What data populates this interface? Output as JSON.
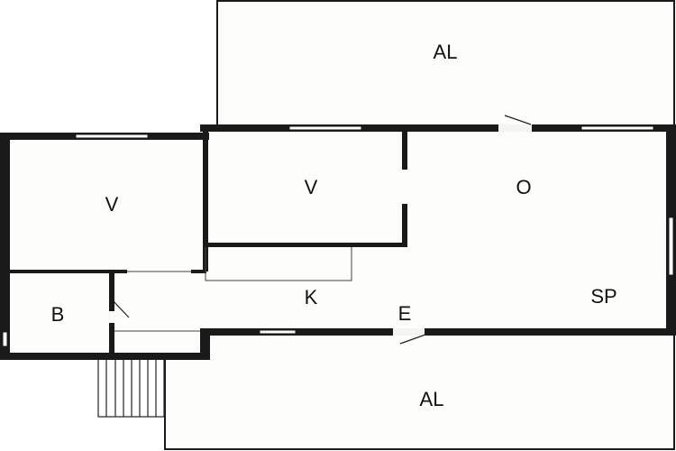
{
  "floorplan": {
    "rooms": [
      {
        "id": "al-top",
        "label": "AL"
      },
      {
        "id": "v-left",
        "label": "V"
      },
      {
        "id": "v-mid",
        "label": "V"
      },
      {
        "id": "o",
        "label": "O"
      },
      {
        "id": "b",
        "label": "B"
      },
      {
        "id": "k",
        "label": "K"
      },
      {
        "id": "e",
        "label": "E"
      },
      {
        "id": "sp",
        "label": "SP"
      },
      {
        "id": "al-bottom",
        "label": "AL"
      }
    ],
    "colors": {
      "wall": "#1a1a1a",
      "floor": "#fdfdfb",
      "line": "#222222"
    }
  }
}
